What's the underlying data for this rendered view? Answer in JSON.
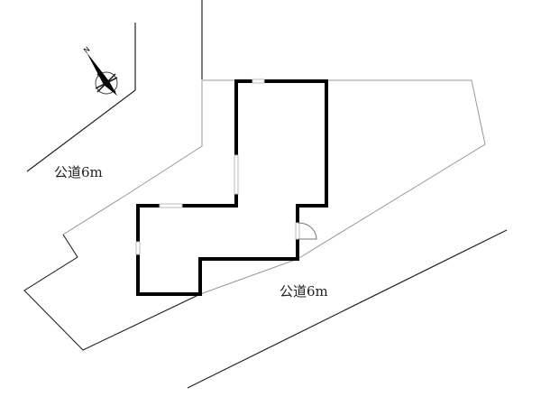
{
  "roads": [
    {
      "label": "公道6m"
    },
    {
      "label": "公道6m"
    }
  ],
  "compass": {
    "north_label": "N",
    "icon": "compass-rose-icon"
  },
  "colors": {
    "wall": "#000000",
    "boundary": "#999999",
    "road_edge": "#222222",
    "window": "#cccccc"
  }
}
